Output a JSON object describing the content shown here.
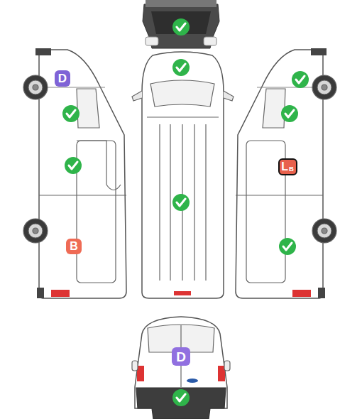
{
  "diagram": {
    "nodes": [
      {
        "text": [
          "D"
        ]
      },
      {
        "text": [
          "B"
        ]
      },
      {
        "text": [
          "L",
          "B"
        ]
      },
      {
        "text": [
          "D"
        ]
      }
    ]
  }
}
